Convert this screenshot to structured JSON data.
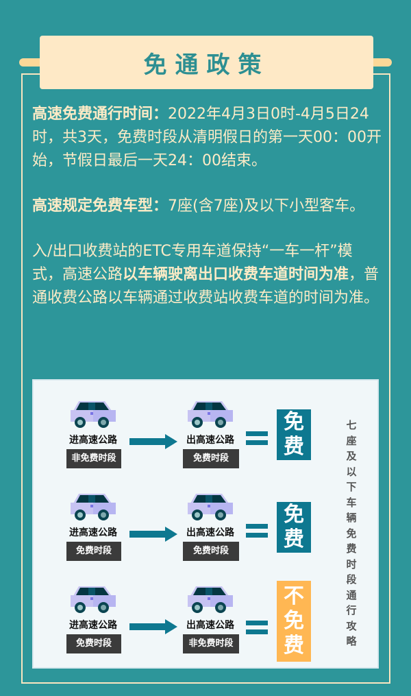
{
  "title": "免通政策",
  "paragraphs": [
    {
      "bold": "高速免费通行时间：",
      "text": "2022年4月3日0时-4月5日24时，共3天，免费时段从清明假日的第一天00：00开始，节假日最后一天24：00结束。"
    },
    {
      "bold": "高速规定免费车型：",
      "text": "7座(含7座)及以下小型客车。"
    },
    {
      "pre": "入/出口收费站的ETC专用车道保持“一车一杆”模式，高速公路",
      "bold": "以车辆驶离出口收费车道时间为准",
      "post": "，普通收费公路以车辆通过收费站收费车道的时间为准。"
    }
  ],
  "diagram": {
    "entry_label": "进高速公路",
    "exit_label": "出高速公路",
    "rows": [
      {
        "entry_period": "非免费时段",
        "exit_period": "免费时段",
        "result": "免费",
        "color": "#0e7890"
      },
      {
        "entry_period": "免费时段",
        "exit_period": "免费时段",
        "result": "免费",
        "color": "#0e7890"
      },
      {
        "entry_period": "免费时段",
        "exit_period": "非免费时段",
        "result": "不免费",
        "color": "#ffb753"
      }
    ],
    "side_caption": "七座及以下车辆免费时段通行攻略"
  }
}
